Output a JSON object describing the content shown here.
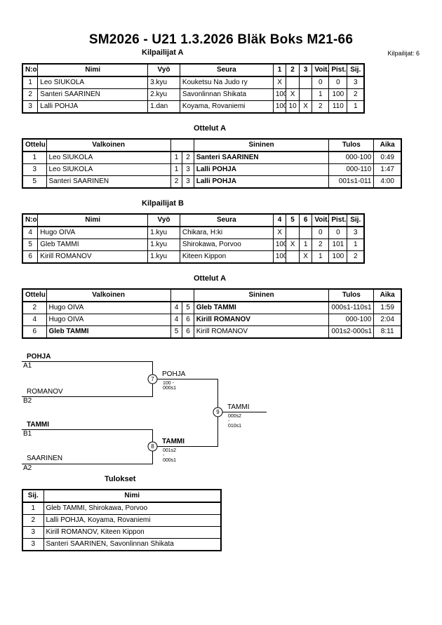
{
  "header": {
    "title": "SM2026 - U21  1.3.2026  Bläk Boks   M21-66",
    "competitors_count": "Kilpailijat: 6"
  },
  "pool_a": {
    "heading": "Kilpailijat A",
    "columns": [
      "N:o",
      "Nimi",
      "Vyö",
      "Seura",
      "1",
      "2",
      "3",
      "Voit.",
      "Pist.",
      "Sij."
    ],
    "rows": [
      {
        "no": "1",
        "name": "Leo SIUKOLA",
        "belt": "3.kyu",
        "club": "Kouketsu Na Judo ry",
        "r1": "X",
        "r2": "",
        "r3": "",
        "wins": "0",
        "points": "0",
        "place": "3"
      },
      {
        "no": "2",
        "name": "Santeri SAARINEN",
        "belt": "2.kyu",
        "club": "Savonlinnan Shikata",
        "r1": "100",
        "r2": "X",
        "r3": "",
        "wins": "1",
        "points": "100",
        "place": "2"
      },
      {
        "no": "3",
        "name": "Lalli POHJA",
        "belt": "1.dan",
        "club": "Koyama, Rovaniemi",
        "r1": "100",
        "r2": "10",
        "r3": "X",
        "wins": "2",
        "points": "110",
        "place": "1"
      }
    ]
  },
  "matches_a": {
    "heading": "Ottelut A",
    "columns": [
      "Ottelu",
      "Valkoinen",
      "Sininen",
      "Tulos",
      "Aika"
    ],
    "rows": [
      {
        "match": "1",
        "white": "Leo SIUKOLA",
        "wn": "1",
        "bn": "2",
        "blue": "Santeri SAARINEN",
        "result": "000-100",
        "time": "0:49",
        "winner": "blue"
      },
      {
        "match": "3",
        "white": "Leo SIUKOLA",
        "wn": "1",
        "bn": "3",
        "blue": "Lalli POHJA",
        "result": "000-110",
        "time": "1:47",
        "winner": "blue"
      },
      {
        "match": "5",
        "white": "Santeri SAARINEN",
        "wn": "2",
        "bn": "3",
        "blue": "Lalli POHJA",
        "result": "001s1-011",
        "time": "4:00",
        "winner": "blue"
      }
    ]
  },
  "pool_b": {
    "heading": "Kilpailijat B",
    "columns": [
      "N:o",
      "Nimi",
      "Vyö",
      "Seura",
      "4",
      "5",
      "6",
      "Voit.",
      "Pist.",
      "Sij."
    ],
    "rows": [
      {
        "no": "4",
        "name": "Hugo OIVA",
        "belt": "1.kyu",
        "club": "Chikara, H:ki",
        "r1": "X",
        "r2": "",
        "r3": "",
        "wins": "0",
        "points": "0",
        "place": "3"
      },
      {
        "no": "5",
        "name": "Gleb TAMMI",
        "belt": "1.kyu",
        "club": "Shirokawa, Porvoo",
        "r1": "100",
        "r2": "X",
        "r3": "1",
        "wins": "2",
        "points": "101",
        "place": "1"
      },
      {
        "no": "6",
        "name": "Kirill ROMANOV",
        "belt": "1.kyu",
        "club": "Kiteen Kippon",
        "r1": "100",
        "r2": "",
        "r3": "X",
        "wins": "1",
        "points": "100",
        "place": "2"
      }
    ]
  },
  "matches_b": {
    "heading": "Ottelut A",
    "columns": [
      "Ottelu",
      "Valkoinen",
      "Sininen",
      "Tulos",
      "Aika"
    ],
    "rows": [
      {
        "match": "2",
        "white": "Hugo OIVA",
        "wn": "4",
        "bn": "5",
        "blue": "Gleb TAMMI",
        "result": "000s1-110s1",
        "time": "1:59",
        "winner": "blue"
      },
      {
        "match": "4",
        "white": "Hugo OIVA",
        "wn": "4",
        "bn": "6",
        "blue": "Kirill ROMANOV",
        "result": "000-100",
        "time": "2:04",
        "winner": "blue"
      },
      {
        "match": "6",
        "white": "Gleb TAMMI",
        "wn": "5",
        "bn": "6",
        "blue": "Kirill ROMANOV",
        "result": "001s2-000s1",
        "time": "8:11",
        "winner": "white"
      }
    ]
  },
  "bracket": {
    "semi1_top_name": "POHJA",
    "semi1_top_code": "A1",
    "semi1_bottom_name": "ROMANOV",
    "semi1_bottom_code": "B2",
    "semi1_match": "7",
    "semi1_winner": "POHJA",
    "semi1_score": "100 - 000s1",
    "semi2_top_name": "TAMMI",
    "semi2_top_code": "B1",
    "semi2_bottom_name": "SAARINEN",
    "semi2_bottom_code": "A2",
    "semi2_match": "8",
    "semi2_winner": "TAMMI",
    "semi2_score": "001s2 - 000s1",
    "final_match": "9",
    "final_winner": "TAMMI",
    "final_score": "000s2 - 010s1"
  },
  "results": {
    "heading": "Tulokset",
    "columns": [
      "Sij.",
      "Nimi"
    ],
    "rows": [
      {
        "place": "1",
        "name": "Gleb TAMMI, Shirokawa, Porvoo"
      },
      {
        "place": "2",
        "name": "Lalli POHJA, Koyama, Rovaniemi"
      },
      {
        "place": "3",
        "name": "Kirill ROMANOV, Kiteen Kippon"
      },
      {
        "place": "3",
        "name": "Santeri SAARINEN, Savonlinnan Shikata"
      }
    ]
  }
}
